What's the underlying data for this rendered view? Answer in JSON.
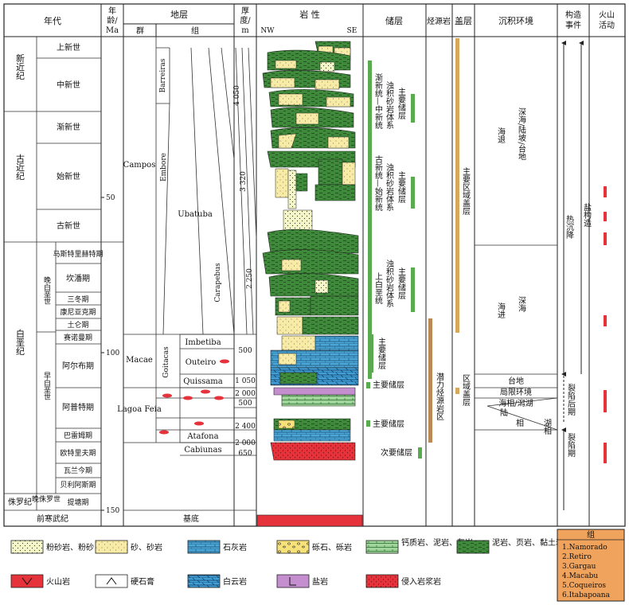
{
  "headers": {
    "era": "年代",
    "age_line1": "年",
    "age_line2": "龄/",
    "age_line3": "Ma",
    "strata": "地层",
    "group": "群",
    "formation": "组",
    "thickness_line1": "厚",
    "thickness_line2": "度/",
    "thickness_line3": "m",
    "lithology": "岩 性",
    "nw": "NW",
    "se": "SE",
    "reservoir": "储层",
    "source_rock": "烃源岩",
    "cap_rock": "盖层",
    "environment": "沉积环境",
    "tectonic_line1": "构造",
    "tectonic_line2": "事件",
    "volcanic_line1": "火山",
    "volcanic_line2": "活动"
  },
  "periods": [
    {
      "name": "新近纪"
    },
    {
      "name": "古近纪"
    },
    {
      "name": "白垩纪"
    },
    {
      "name": "侏罗纪"
    },
    {
      "name": "前寒武纪"
    }
  ],
  "epochs": [
    {
      "name": "上新世"
    },
    {
      "name": "中新世"
    },
    {
      "name": "渐新世"
    },
    {
      "name": "始新世"
    },
    {
      "name": "古新世"
    },
    {
      "name": "晚白垩世"
    },
    {
      "name": "早白垩世"
    },
    {
      "name": "晚侏罗世"
    }
  ],
  "stages": [
    {
      "name": "马斯特里赫特期"
    },
    {
      "name": "坎潘期"
    },
    {
      "name": "三冬期"
    },
    {
      "name": "康尼亚克期"
    },
    {
      "name": "土仑期"
    },
    {
      "name": "赛诺曼期"
    },
    {
      "name": "阿尔布期"
    },
    {
      "name": "阿普特期"
    },
    {
      "name": "巴雷姆期"
    },
    {
      "name": "欧特里夫期"
    },
    {
      "name": "瓦兰今期"
    },
    {
      "name": "贝利阿斯期"
    },
    {
      "name": "提塘期"
    }
  ],
  "age_ticks": [
    "50",
    "100",
    "150"
  ],
  "groups": [
    {
      "name": "Campos"
    },
    {
      "name": "Macae"
    },
    {
      "name": "Lagoa Feia"
    }
  ],
  "formations": [
    {
      "name": "Barreiras"
    },
    {
      "name": "Embore"
    },
    {
      "name": "Ubatuba"
    },
    {
      "name": "Carapebus"
    },
    {
      "name": "Goitacas"
    },
    {
      "name": "Imbetiba"
    },
    {
      "name": "Outeiro"
    },
    {
      "name": "Quissama"
    },
    {
      "name": "Atafona"
    },
    {
      "name": "Cabiunas"
    }
  ],
  "basement": "基底",
  "thicknesses": [
    "4 050",
    "3 320",
    "2 250",
    "500",
    "1 050",
    "2 000",
    "500",
    "2 400",
    "2 000",
    "650"
  ],
  "reservoir_labels": {
    "r1_a": "渐新统—中新统",
    "r1_b": "浊积砂岩体系",
    "r1_c": "主要储层",
    "r2_a": "古新统—始新统",
    "r2_b": "浊积砂岩体系",
    "r2_c": "主要储层",
    "r3_a": "上白垩统",
    "r3_b": "浊积砂岩体系",
    "r3_c": "主要储层",
    "r4": "主要储层",
    "r5": "主要储层",
    "r6": "主要储层",
    "r7": "次要储层"
  },
  "source_label": "潜力烃源岩区",
  "cap_labels": {
    "main": "主要区域盖层",
    "regional": "区域盖层"
  },
  "environment": {
    "regression": "海退",
    "deep_regression": "深海/陆坡/台地",
    "transgression": "海进",
    "deep": "深海",
    "platform": "台地",
    "restricted": "局限环境",
    "restricted_sub": "海相/潟湖",
    "continental_a": "陆",
    "continental_b": "相",
    "lacustrine": "湖相"
  },
  "tectonic": {
    "thermal": "热沉降",
    "salt": "盐构造",
    "post_rift": "裂陷后期",
    "rift": "裂陷期"
  },
  "legend": [
    {
      "name": "粉砂岩、粉砂"
    },
    {
      "name": "砂、砂岩"
    },
    {
      "name": "石灰岩"
    },
    {
      "name": "砾石、砾岩"
    },
    {
      "name": "钙质岩、泥岩、灰岩"
    },
    {
      "name": "泥岩、页岩、黏土岩"
    },
    {
      "name": "火山岩"
    },
    {
      "name": "硬石膏"
    },
    {
      "name": "白云岩"
    },
    {
      "name": "盐岩"
    },
    {
      "name": "侵入岩浆岩"
    }
  ],
  "formation_box": {
    "title": "组",
    "items": [
      "1.Namorado",
      "2.Retiro",
      "3.Gargau",
      "4.Macabu",
      "5.Coqueiros",
      "6.Itabapoana"
    ]
  },
  "colors": {
    "mudstone": "#3e8a3a",
    "sand": "#f7eba6",
    "limestone": "#4aa7d8",
    "salt": "#c58fcf",
    "volcanic": "#e5323b",
    "reservoir_bar": "#5aab4f",
    "source_bar": "#b98a56",
    "cap_bar": "#d5a85c",
    "legend_box": "#f0a35c"
  }
}
